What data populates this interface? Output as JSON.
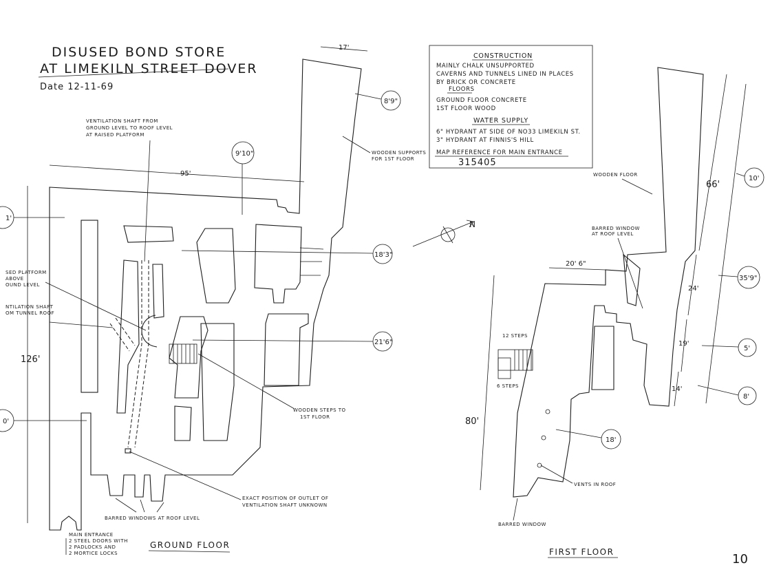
{
  "title": {
    "line1": "DISUSED BOND STORE",
    "line2": "AT LIMEKILN STREET DOVER",
    "date": "Date 12-11-69"
  },
  "construction_box": {
    "heading": "CONSTRUCTION",
    "line1": "MAINLY CHALK UNSUPPORTED",
    "line2": "CAVERNS AND TUNNELS LINED IN PLACES",
    "line3": "BY BRICK OR CONCRETE",
    "floors_heading": "FLOORS",
    "floor1": "GROUND FLOOR CONCRETE",
    "floor2": "1ST FLOOR WOOD",
    "water_heading": "WATER SUPPLY",
    "water1": "6\" HYDRANT AT SIDE OF NO33 LIMEKILN ST.",
    "water2": "3\" HYDRANT AT FINNIS'S HILL",
    "map_heading": "MAP REFERENCE FOR MAIN ENTRANCE",
    "map_ref": "315405"
  },
  "compass": {
    "north_label": "N"
  },
  "ground_floor": {
    "label": "GROUND FLOOR",
    "dims": {
      "width_95": "95'",
      "width_17": "17'",
      "height_126": "126'"
    },
    "heights": {
      "h_8_9": "8'9\"",
      "h_9_10": "9'10\"",
      "h_18_3": "18'3\"",
      "h_21_6": "21'6\"",
      "h_left_top": "1'",
      "h_left_bottom": "0'"
    },
    "notes": {
      "vent_shaft": [
        "VENTILATION SHAFT FROM",
        "GROUND LEVEL TO ROOF LEVEL",
        "AT RAISED PLATFORM"
      ],
      "wooden_supports": [
        "WOODEN SUPPORTS",
        "FOR 1ST FLOOR"
      ],
      "raised_platform": [
        "SED PLATFORM",
        "ABOVE",
        "OUND LEVEL"
      ],
      "vent_tunnel": [
        "NTILATION SHAFT",
        "OM TUNNEL ROOF"
      ],
      "wooden_steps": [
        "WOODEN STEPS TO",
        "1ST FLOOR"
      ],
      "exact_position": [
        "EXACT POSITION OF OUTLET OF",
        "VENTILATION SHAFT UNKNOWN"
      ],
      "barred_windows": "BARRED WINDOWS AT ROOF LEVEL",
      "main_entrance": [
        "MAIN ENTRANCE",
        "2 STEEL DOORS WITH",
        "2 PADLOCKS AND",
        "2 MORTICE LOCKS"
      ]
    }
  },
  "first_floor": {
    "label": "FIRST FLOOR",
    "dims": {
      "width_20_6": "20' 6\"",
      "height_80": "80'",
      "len_66": "66'",
      "len_24": "24'",
      "len_19": "19'",
      "len_14": "14'"
    },
    "heights": {
      "h_10": "10'",
      "h_35_9": "35'9\"",
      "h_5": "5'",
      "h_8": "8'",
      "h_18": "18'"
    },
    "notes": {
      "wooden_floor": "WOODEN FLOOR",
      "barred_window_roof": [
        "BARRED WINDOW",
        "AT ROOF LEVEL"
      ],
      "steps_12": "12 STEPS",
      "steps_6": "6 STEPS",
      "vents_in_roof": "VENTS IN ROOF",
      "barred_window": "BARRED WINDOW"
    }
  },
  "page_number": "10"
}
